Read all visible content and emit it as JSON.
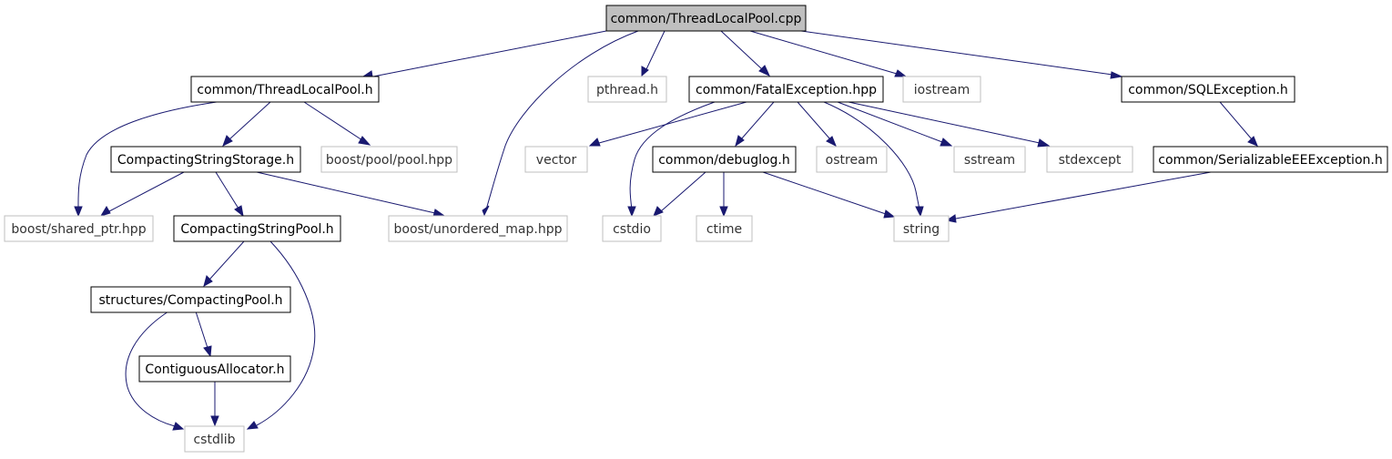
{
  "graph": {
    "nodes": {
      "root": "common/ThreadLocalPool.cpp",
      "tlp_h": "common/ThreadLocalPool.h",
      "pthread": "pthread.h",
      "fatal": "common/FatalException.hpp",
      "iostream": "iostream",
      "sqlex": "common/SQLException.h",
      "css": "CompactingStringStorage.h",
      "pool_hpp": "boost/pool/pool.hpp",
      "vector": "vector",
      "debuglog": "common/debuglog.h",
      "ostream": "ostream",
      "sstream": "sstream",
      "stdexcept": "stdexcept",
      "serial": "common/SerializableEEException.h",
      "shared_ptr": "boost/shared_ptr.hpp",
      "csp": "CompactingStringPool.h",
      "unordered_map": "boost/unordered_map.hpp",
      "cstdio": "cstdio",
      "ctime": "ctime",
      "string": "string",
      "cpool": "structures/CompactingPool.h",
      "contig": "ContiguousAllocator.h",
      "cstdlib": "cstdlib"
    },
    "colors": {
      "edge": "#191970",
      "root_fill": "#bfbfbf",
      "local_border": "#000000",
      "external_border": "#bfbfbf"
    }
  }
}
